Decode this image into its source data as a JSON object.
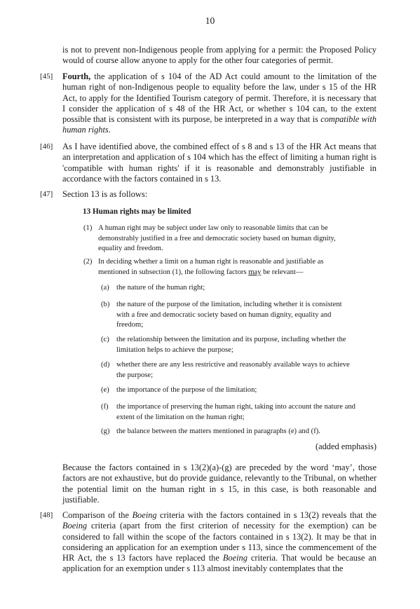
{
  "page_number": "10",
  "p_cont": "is not to prevent non-Indigenous people from applying for a permit: the Proposed Policy would of course allow anyone to apply for the other four categories of permit.",
  "p45": {
    "num": "[45]",
    "lead": "Fourth,",
    "text": " the application of s 104 of the AD Act could amount to the limitation of the human right of non-Indigenous people to equality before the law, under s 15 of the HR Act, to apply for the Identified Tourism category of permit. Therefore, it is necessary that I consider the application of s 48 of the HR Act, or whether s 104 can, to the extent possible that is consistent with its purpose, be interpreted in a way that is ",
    "emph": "compatible with human rights",
    "end": "."
  },
  "p46": {
    "num": "[46]",
    "text": "As I have identified above, the combined effect of s 8 and s 13 of the HR Act means that an interpretation and application of s 104 which has the effect of limiting a human right is 'compatible with human rights' if it is reasonable and demonstrably justifiable in accordance with the factors contained in s 13."
  },
  "p47": {
    "num": "[47]",
    "text": "Section 13 is as follows:",
    "heading": "13 Human rights may be limited",
    "sub1": {
      "label": "(1)",
      "text": "A human right may be subject under law only to reasonable limits that can be demonstrably justified in a free and democratic society based on human dignity, equality and freedom."
    },
    "sub2": {
      "label": "(2)",
      "text_before": "In deciding whether a limit on a human right is reasonable and justifiable as mentioned in subsection (1), the following factors ",
      "text_emph": "may",
      "text_after": " be relevant—"
    },
    "items": [
      {
        "label": "(a)",
        "text": "the nature of the human right;"
      },
      {
        "label": "(b)",
        "text": "the nature of the purpose of the limitation, including whether it is consistent with a free and democratic society based on human dignity, equality and freedom;"
      },
      {
        "label": "(c)",
        "text": "the relationship between the limitation and its purpose, including whether the limitation helps to achieve the purpose;"
      },
      {
        "label": "(d)",
        "text": "whether there are any less restrictive and reasonably available ways to achieve the purpose;"
      },
      {
        "label": "(e)",
        "text": "the importance of the purpose of the limitation;"
      },
      {
        "label": "(f)",
        "text": "the importance of preserving the human right, taking into account the nature and extent of the limitation on the human right;"
      },
      {
        "label": "(g)",
        "text": "the balance between the matters mentioned in paragraphs (e) and (f)."
      }
    ],
    "added_emphasis": "(added emphasis)",
    "after": "Because the factors contained in s 13(2)(a)-(g) are preceded by the word ‘may’, those factors are not exhaustive, but do provide guidance, relevantly to the Tribunal, on whether the potential limit on the human right in s 15, in this case, is both reasonable and justifiable."
  },
  "p48": {
    "num": "[48]",
    "t1": "Comparison of the ",
    "e1": "Boeing",
    "t2": " criteria with the factors contained in s 13(2) reveals that the ",
    "e2": "Boeing",
    "t3": " criteria (apart from the first criterion of necessity for the exemption) can be considered to fall within the scope of the factors contained in s 13(2). It may be that in considering an application for an exemption under s 113, since the commencement of the HR Act, the s 13 factors have replaced the ",
    "e3": "Boeing",
    "t4": " criteria. That would be because an application for an exemption under s 113 almost inevitably contemplates that the"
  }
}
